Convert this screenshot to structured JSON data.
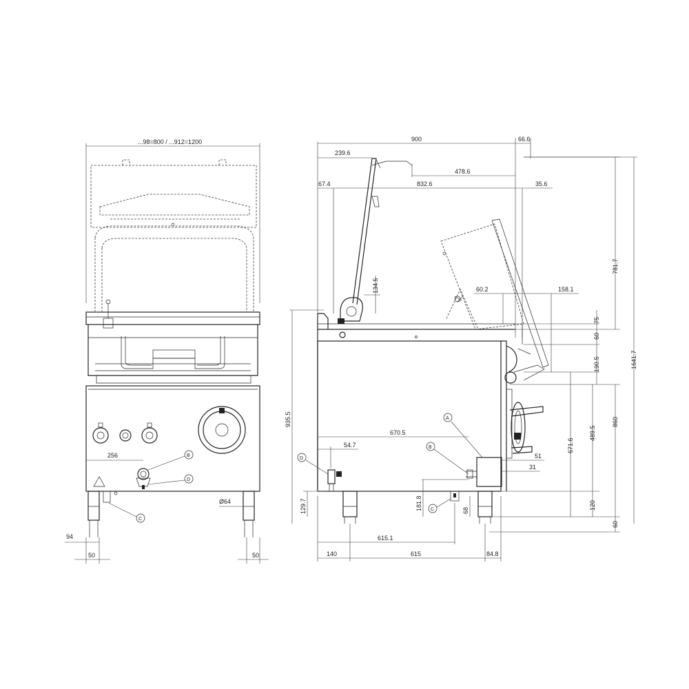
{
  "front_view": {
    "width_label": "...98=800 / ...912=1200",
    "dims": {
      "d256": "256",
      "d64": "Ø64",
      "d94": "94",
      "d50_left": "50",
      "d50_right": "50"
    },
    "callouts": {
      "b": "B",
      "d": "D",
      "c": "C"
    }
  },
  "side_view": {
    "dims": {
      "d900": "900",
      "d66_6": "66.6",
      "d239_6": "239.6",
      "d478_6": "478.6",
      "d67_4": "67.4",
      "d832_6": "832.6",
      "d35_6": "35.6",
      "d134_5": "134.5",
      "d60_2": "60.2",
      "d158_1": "158.1",
      "d781_7": "781.7",
      "d75": "75",
      "d60_a": "60",
      "d190_5": "190.5",
      "d1641_7": "1641.7",
      "d935_5": "935.5",
      "d670_5": "670.5",
      "d54_7": "54.7",
      "d671_6": "671.6",
      "d489_5": "489.5",
      "d860": "860",
      "d51": "51",
      "d31": "31",
      "d129_7": "129.7",
      "d181_8": "181.8",
      "d68": "68",
      "d120": "120",
      "d60_b": "60",
      "d615_1": "615.1",
      "d140": "140",
      "d615": "615",
      "d84_8": "84.8"
    },
    "callouts": {
      "a": "A",
      "b": "B",
      "c": "C",
      "d": "D"
    }
  }
}
